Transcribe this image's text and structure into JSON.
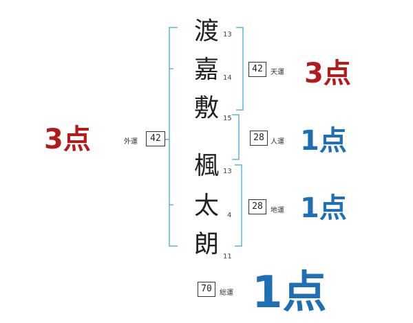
{
  "colors": {
    "bracket": "#5fb4da",
    "good": "#b31b1b",
    "neutral": "#1f6fb5"
  },
  "name_chars": [
    {
      "char": "渡",
      "strokes": "13"
    },
    {
      "char": "嘉",
      "strokes": "14"
    },
    {
      "char": "敷",
      "strokes": "15"
    },
    {
      "char": "楓",
      "strokes": "13"
    },
    {
      "char": "太",
      "strokes": "4"
    },
    {
      "char": "朗",
      "strokes": "11"
    }
  ],
  "gaiun": {
    "label": "外運",
    "value": "42",
    "score": "3点"
  },
  "tenun": {
    "label": "天運",
    "value": "42",
    "score": "3点"
  },
  "jinun": {
    "label": "人運",
    "value": "28",
    "score": "1点"
  },
  "chiun": {
    "label": "地運",
    "value": "28",
    "score": "1点"
  },
  "souun": {
    "label": "総運",
    "value": "70",
    "score": "1点"
  }
}
